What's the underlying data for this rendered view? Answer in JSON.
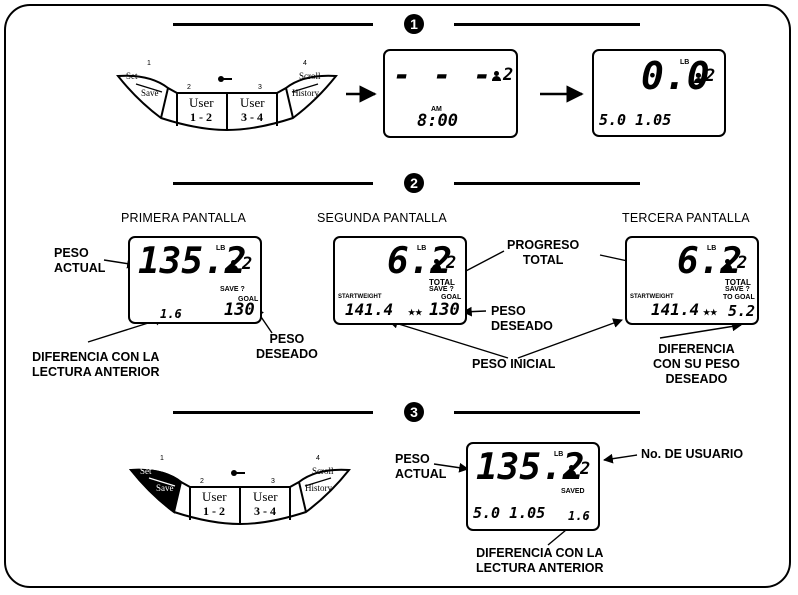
{
  "steps": {
    "one": "1",
    "two": "2",
    "three": "3"
  },
  "keypad": {
    "num1": "1",
    "num2": "2",
    "num3": "3",
    "num4": "4",
    "set": "Set",
    "save": "Save",
    "user": "User",
    "users12": "1 - 2",
    "users34": "3 - 4",
    "scroll": "Scroll",
    "history": "History"
  },
  "step1": {
    "dashes": "- - -",
    "user": "2",
    "am": "AM",
    "time": "8:00",
    "zero": "0.0",
    "unit": "LB",
    "user2": "2",
    "date": "5.0 1.05"
  },
  "step2": {
    "title1": "PRIMERA PANTALLA",
    "title2": "SEGUNDA PANTALLA",
    "title3": "TERCERA PANTALLA",
    "s1": {
      "weight": "135.2",
      "unit": "LB",
      "user": "2",
      "save": "SAVE  ?",
      "goal_lbl": "GOAL",
      "goal": "130",
      "diff": "1.6"
    },
    "s2": {
      "weight": "6.2",
      "unit": "LB",
      "user": "2",
      "total": "TOTAL",
      "save": "SAVE  ?",
      "start_lbl": "STARTWEIGHT",
      "goal_lbl": "GOAL",
      "start": "141.4",
      "stars": "★★",
      "goal": "130"
    },
    "s3": {
      "weight": "6.2",
      "unit": "LB",
      "user": "2",
      "total": "TOTAL",
      "save": "SAVE  ?",
      "start_lbl": "STARTWEIGHT",
      "goal_lbl": "TO GOAL",
      "start": "141.4",
      "stars": "★★",
      "diff": "5.2"
    },
    "lbl_peso_actual_1": "PESO",
    "lbl_peso_actual_2": "ACTUAL",
    "lbl_peso_deseado_1": "PESO",
    "lbl_peso_deseado_2": "DESEADO",
    "lbl_diff_1": "DIFERENCIA CON LA",
    "lbl_diff_2": "LECTURA ANTERIOR",
    "lbl_progreso_1": "PROGRESO",
    "lbl_progreso_2": "TOTAL",
    "lbl_peso_deseado2_1": "PESO",
    "lbl_peso_deseado2_2": "DESEADO",
    "lbl_peso_inicial": "PESO INICIAL",
    "lbl_diff_goal_1": "DIFERENCIA",
    "lbl_diff_goal_2": "CON SU PESO",
    "lbl_diff_goal_3": "DESEADO"
  },
  "step3": {
    "weight": "135.2",
    "unit": "LB",
    "user": "2",
    "saved": "SAVED",
    "date": "5.0 1.05",
    "diff": "1.6",
    "lbl_peso_1": "PESO",
    "lbl_peso_2": "ACTUAL",
    "lbl_user": "No. DE USUARIO",
    "lbl_diff_1": "DIFERENCIA CON LA",
    "lbl_diff_2": "LECTURA ANTERIOR"
  }
}
